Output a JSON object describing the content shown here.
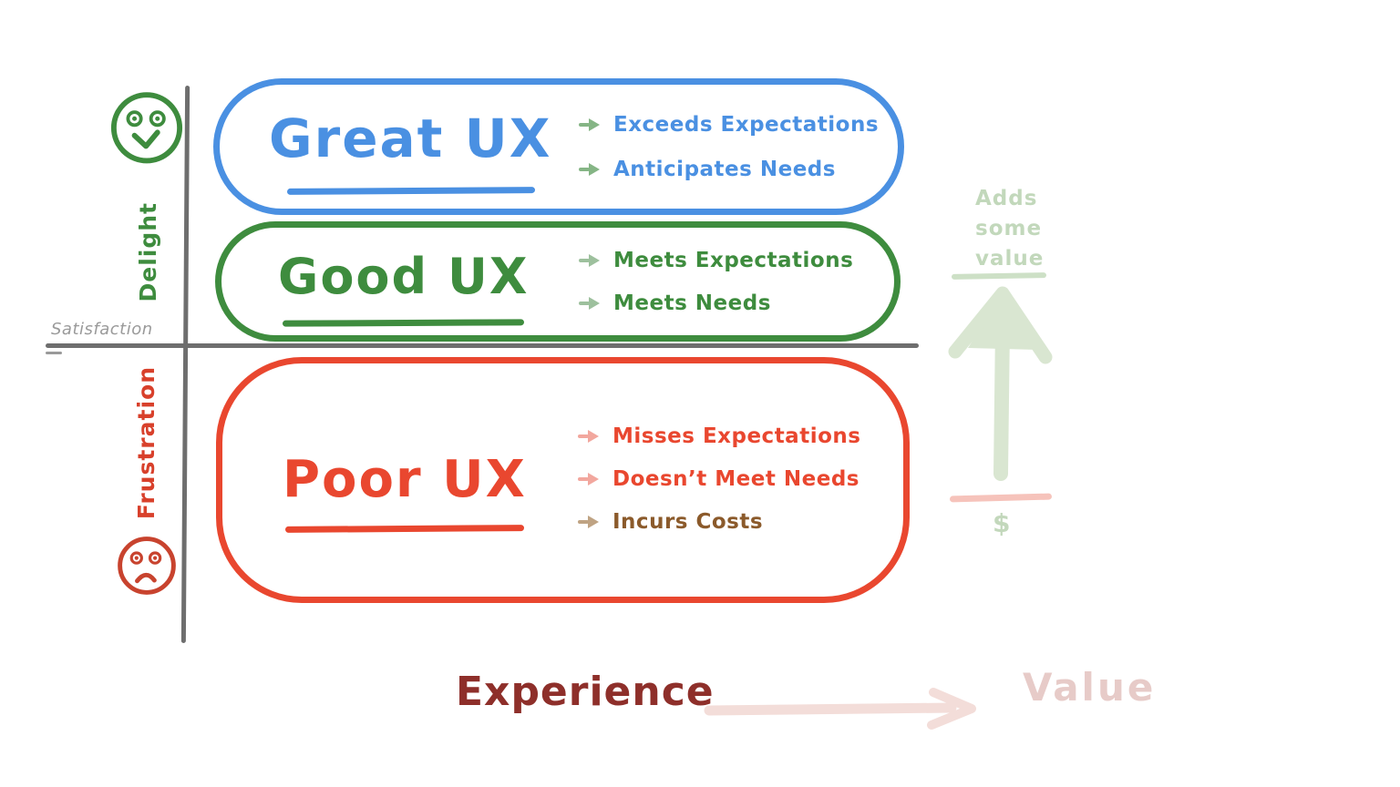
{
  "axes": {
    "x_label": "Satisfaction",
    "y_top_label": "Delight",
    "y_bottom_label": "Frustration",
    "axis_color": "#6e6e6e",
    "x_label_color": "#9a9a9a",
    "y_top_color": "#3e8c3e",
    "y_bottom_color": "#d8402b"
  },
  "icons": {
    "happy_face": "happy-face",
    "sad_face": "sad-face",
    "bullet_arrow": "right-block-arrow",
    "up_arrow": "up-arrow",
    "experience_arrow": "right-arrow",
    "happy_color": "#3e8c3e",
    "sad_color": "#c8432e"
  },
  "boxes": [
    {
      "title": "Great UX",
      "color": "#4a90e2",
      "bullets": [
        {
          "text": "Exceeds Expectations",
          "text_color": "#4a90e2",
          "arrow_color": "#85b585"
        },
        {
          "text": "Anticipates Needs",
          "text_color": "#4a90e2",
          "arrow_color": "#85b585"
        }
      ]
    },
    {
      "title": "Good UX",
      "color": "#3e8c3e",
      "bullets": [
        {
          "text": "Meets Expectations",
          "text_color": "#3e8c3e",
          "arrow_color": "#9dc09d"
        },
        {
          "text": "Meets Needs",
          "text_color": "#3e8c3e",
          "arrow_color": "#9dc09d"
        }
      ]
    },
    {
      "title": "Poor UX",
      "color": "#e9472f",
      "bullets": [
        {
          "text": "Misses Expectations",
          "text_color": "#e9472f",
          "arrow_color": "#f2a79e"
        },
        {
          "text": "Doesn’t Meet Needs",
          "text_color": "#e9472f",
          "arrow_color": "#f2a79e"
        },
        {
          "text": "Incurs Costs",
          "text_color": "#8b5a2b",
          "arrow_color": "#bfa383"
        }
      ]
    }
  ],
  "value_annotation": {
    "lines": [
      "Adds",
      "some",
      "value"
    ],
    "currency_symbol": "$",
    "text_color": "#c2d8bb",
    "up_arrow_color": "#d9e6d1",
    "gain_line_color": "#cde0c6",
    "loss_line_color": "#f6c3bb"
  },
  "footer": {
    "experience_label": "Experience",
    "value_label": "Value",
    "experience_color": "#8e2f2a",
    "value_color": "#e7cbc8",
    "arrow_color": "#f3ddd9"
  }
}
